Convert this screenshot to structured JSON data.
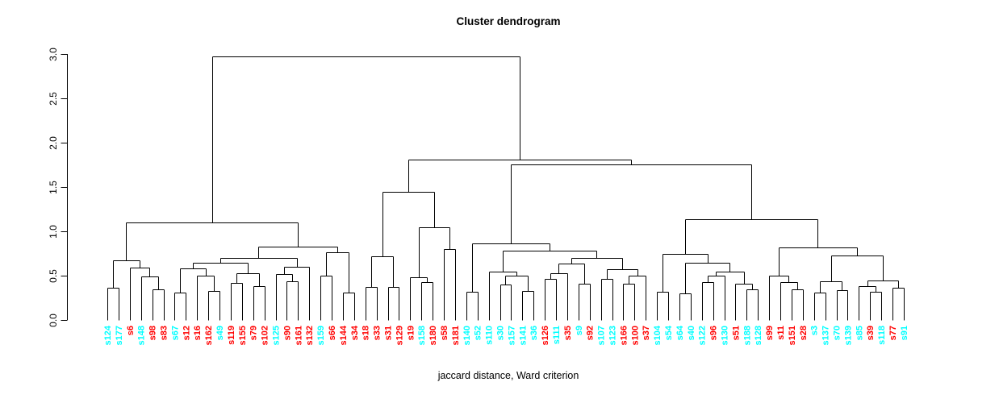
{
  "chart_data": {
    "type": "dendrogram",
    "title": "Cluster dendrogram",
    "caption": "jaccard distance, Ward criterion",
    "ylabel": "",
    "ylim": [
      0.0,
      3.0
    ],
    "ytick_labels": [
      "0.0",
      "0.5",
      "1.0",
      "1.5",
      "2.0",
      "2.5",
      "3.0"
    ],
    "ytick_values": [
      0,
      0.5,
      1,
      1.5,
      2,
      2.5,
      3
    ],
    "grid": false,
    "line_color": "#000000",
    "label_colors": {
      "c": "#00FFFF",
      "r": "#FF0000"
    },
    "leaves": [
      [
        "s124",
        "c"
      ],
      [
        "s177",
        "c"
      ],
      [
        "s6",
        "r"
      ],
      [
        "s148",
        "c"
      ],
      [
        "s98",
        "r"
      ],
      [
        "s83",
        "r"
      ],
      [
        "s67",
        "c"
      ],
      [
        "s12",
        "r"
      ],
      [
        "s16",
        "r"
      ],
      [
        "s162",
        "r"
      ],
      [
        "s49",
        "c"
      ],
      [
        "s119",
        "r"
      ],
      [
        "s155",
        "r"
      ],
      [
        "s79",
        "r"
      ],
      [
        "s102",
        "r"
      ],
      [
        "s125",
        "c"
      ],
      [
        "s90",
        "r"
      ],
      [
        "s161",
        "r"
      ],
      [
        "s132",
        "r"
      ],
      [
        "s159",
        "c"
      ],
      [
        "s66",
        "r"
      ],
      [
        "s144",
        "r"
      ],
      [
        "s34",
        "r"
      ],
      [
        "s18",
        "r"
      ],
      [
        "s33",
        "r"
      ],
      [
        "s31",
        "r"
      ],
      [
        "s129",
        "r"
      ],
      [
        "s19",
        "r"
      ],
      [
        "s158",
        "c"
      ],
      [
        "s180",
        "r"
      ],
      [
        "s58",
        "r"
      ],
      [
        "s181",
        "r"
      ],
      [
        "s140",
        "c"
      ],
      [
        "s52",
        "c"
      ],
      [
        "s110",
        "c"
      ],
      [
        "s30",
        "c"
      ],
      [
        "s157",
        "c"
      ],
      [
        "s141",
        "c"
      ],
      [
        "s36",
        "c"
      ],
      [
        "s126",
        "r"
      ],
      [
        "s111",
        "c"
      ],
      [
        "s35",
        "r"
      ],
      [
        "s9",
        "c"
      ],
      [
        "s92",
        "r"
      ],
      [
        "s107",
        "c"
      ],
      [
        "s123",
        "c"
      ],
      [
        "s166",
        "r"
      ],
      [
        "s100",
        "r"
      ],
      [
        "s37",
        "r"
      ],
      [
        "s104",
        "c"
      ],
      [
        "s54",
        "c"
      ],
      [
        "s64",
        "c"
      ],
      [
        "s40",
        "c"
      ],
      [
        "s122",
        "c"
      ],
      [
        "s96",
        "r"
      ],
      [
        "s130",
        "c"
      ],
      [
        "s51",
        "r"
      ],
      [
        "s188",
        "c"
      ],
      [
        "s128",
        "c"
      ],
      [
        "s99",
        "r"
      ],
      [
        "s11",
        "r"
      ],
      [
        "s151",
        "r"
      ],
      [
        "s28",
        "r"
      ],
      [
        "s3",
        "c"
      ],
      [
        "s137",
        "c"
      ],
      [
        "s70",
        "c"
      ],
      [
        "s139",
        "c"
      ],
      [
        "s85",
        "c"
      ],
      [
        "s39",
        "r"
      ],
      [
        "s118",
        "c"
      ],
      [
        "s77",
        "r"
      ],
      [
        "s91",
        "c"
      ]
    ],
    "merge_tree": [
      2.97,
      [
        1.1,
        [
          0.67,
          [
            0.36,
            0,
            1
          ],
          [
            0.59,
            2,
            [
              0.49,
              3,
              [
                0.35,
                4,
                5
              ]
            ]
          ]
        ],
        [
          0.83,
          [
            0.7,
            [
              0.65,
              [
                0.58,
                [
                  0.31,
                  6,
                  7
                ],
                [
                  0.5,
                  8,
                  [
                    0.33,
                    9,
                    10
                  ]
                ]
              ],
              [
                0.53,
                [
                  0.42,
                  11,
                  12
                ],
                [
                  0.38,
                  13,
                  14
                ]
              ]
            ],
            [
              0.6,
              [
                0.52,
                15,
                [
                  0.44,
                  16,
                  17
                ]
              ],
              18
            ]
          ],
          [
            0.76,
            [
              0.5,
              19,
              20
            ],
            [
              0.31,
              21,
              22
            ]
          ]
        ]
      ],
      [
        1.81,
        [
          1.45,
          [
            0.72,
            [
              0.37,
              23,
              24
            ],
            [
              0.37,
              25,
              26
            ]
          ],
          [
            1.05,
            [
              0.48,
              27,
              [
                0.43,
                28,
                29
              ]
            ],
            [
              0.8,
              30,
              31
            ]
          ]
        ],
        [
          1.755,
          [
            0.86,
            [
              0.32,
              32,
              33
            ],
            [
              0.78,
              [
                0.55,
                34,
                [
                  0.5,
                  [
                    0.4,
                    35,
                    36
                  ],
                  [
                    0.33,
                    37,
                    38
                  ]
                ]
              ],
              [
                0.7,
                [
                  0.64,
                  [
                    0.53,
                    [
                      0.46,
                      39,
                      40
                    ],
                    41
                  ],
                  [
                    0.41,
                    42,
                    43
                  ]
                ],
                [
                  0.57,
                  [
                    0.46,
                    44,
                    45
                  ],
                  [
                    0.5,
                    [
                      0.41,
                      46,
                      47
                    ],
                    48
                  ]
                ]
              ]
            ]
          ],
          [
            1.14,
            [
              0.75,
              [
                0.32,
                49,
                50
              ],
              [
                0.65,
                [
                  0.3,
                  51,
                  52
                ],
                [
                  0.55,
                  [
                    0.5,
                    [
                      0.43,
                      53,
                      54
                    ],
                    55
                  ],
                  [
                    0.41,
                    56,
                    [
                      0.35,
                      57,
                      58
                    ]
                  ]
                ]
              ]
            ],
            [
              0.82,
              [
                0.5,
                59,
                [
                  0.43,
                  60,
                  [
                    0.35,
                    61,
                    62
                  ]
                ]
              ],
              [
                0.73,
                [
                  0.44,
                  [
                    0.31,
                    63,
                    64
                  ],
                  [
                    0.34,
                    65,
                    66
                  ]
                ],
                [
                  0.45,
                  [
                    0.38,
                    67,
                    [
                      0.32,
                      68,
                      69
                    ]
                  ],
                  [
                    0.36,
                    70,
                    71
                  ]
                ]
              ]
            ]
          ]
        ]
      ]
    ]
  }
}
